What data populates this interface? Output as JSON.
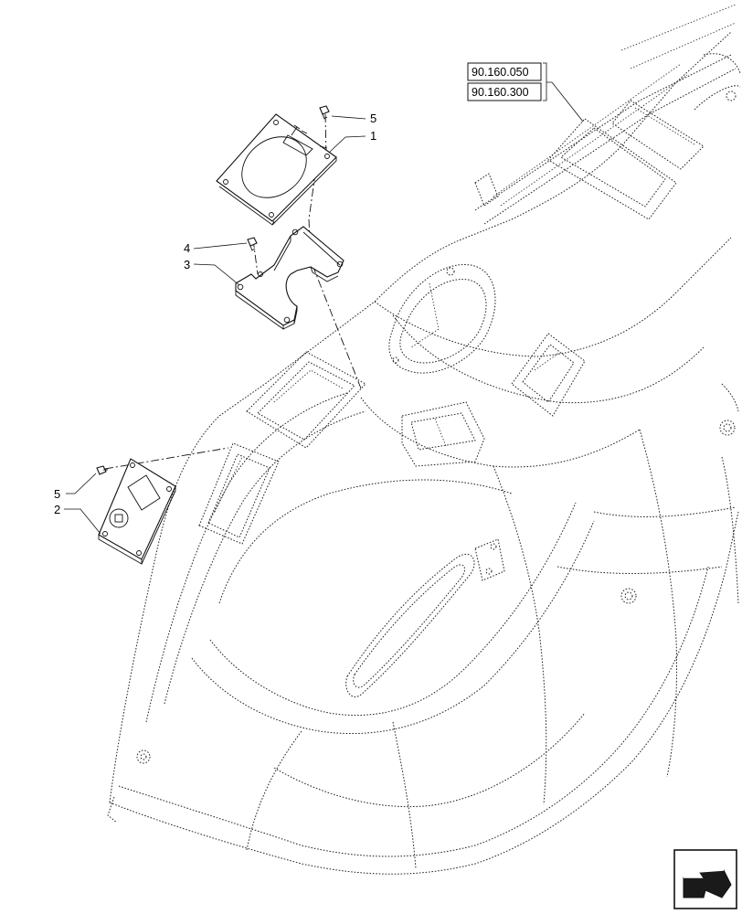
{
  "references": [
    "90.160.050",
    "90.160.300"
  ],
  "callouts": {
    "c1": "1",
    "c2": "2",
    "c3": "3",
    "c4": "4",
    "c5a": "5",
    "c5b": "5"
  },
  "icons": {
    "nav": "next-page-arrow-icon"
  }
}
